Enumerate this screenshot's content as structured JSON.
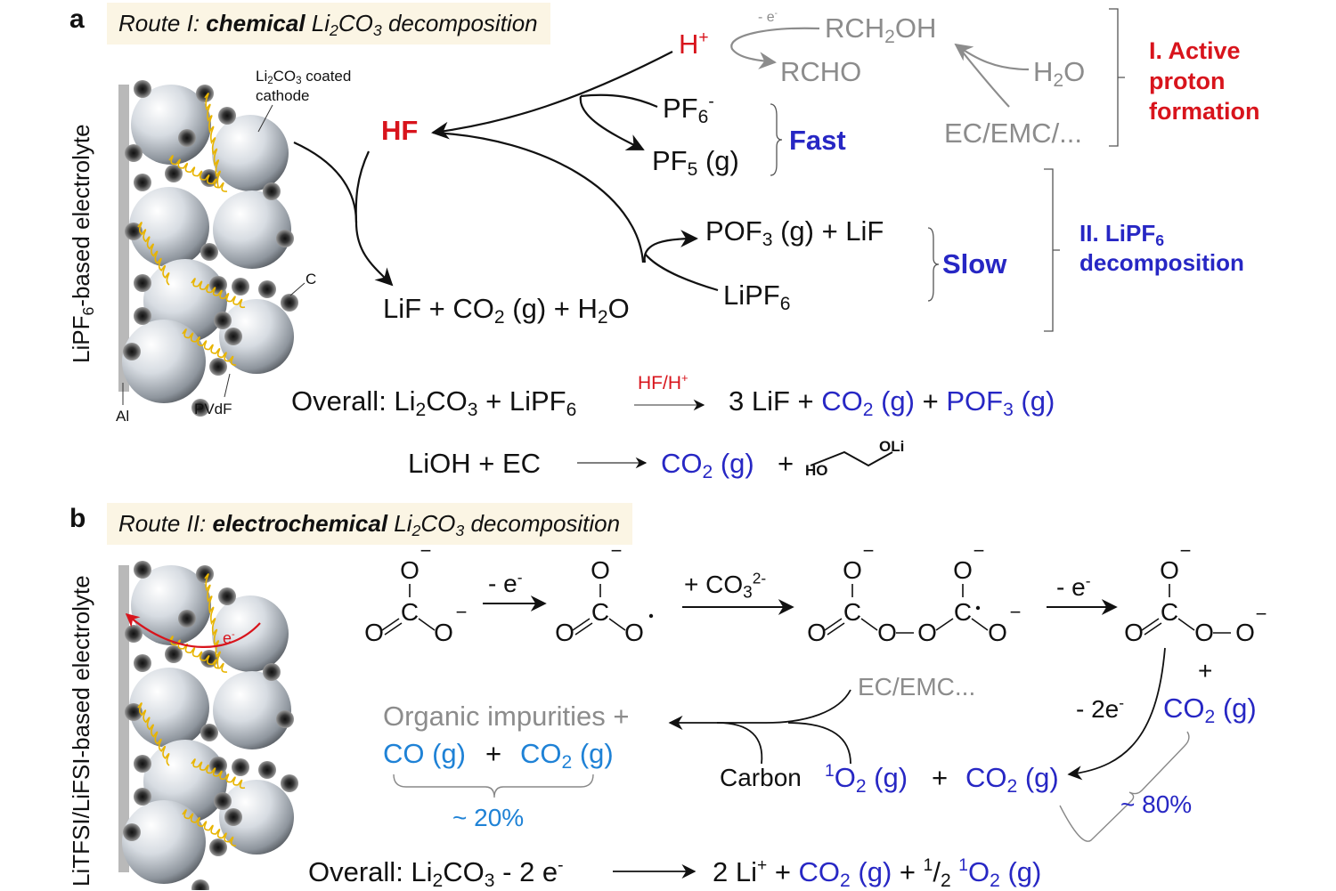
{
  "panel_a": {
    "label": "a",
    "title_pre": "Route I: ",
    "title_bold": "chemical",
    "title_post": " Li_{2}CO_{3} decomposition",
    "side_label": "LiPF_{6}-based electrolyte",
    "illustration": {
      "cathode_label_1": "Li_{2}CO_{3} coated",
      "cathode_label_2": "cathode",
      "carbon_label": "C",
      "al_label": "Al",
      "pvdf_label": "PVdF"
    },
    "hf": "HF",
    "h_plus": "H^{+}",
    "minus_e": "- e^{-}",
    "rch2oh": "RCH_{2}OH",
    "rcho": "RCHO",
    "h2o_gray": "H_{2}O",
    "ec_emc": "EC/EMC/...",
    "pf6": "PF_{6}^{-}",
    "pf5": "PF_{5} (g)",
    "fast": "Fast",
    "pof3_lif": "POF_{3} (g) + LiF",
    "lipf6": "LiPF_{6}",
    "slow": "Slow",
    "lif_products": "LiF + CO_{2} (g) + H_{2}O",
    "group_1": [
      "I. Active",
      "proton",
      "formation"
    ],
    "group_2": [
      "II. LiPF_{6}",
      "decomposition"
    ],
    "overall_left": "Overall: Li_{2}CO_{3} + LiPF_{6}",
    "overall_catalyst": "HF/H^{+}",
    "overall_right_1": "3 LiF + ",
    "overall_right_co2": "CO_{2} (g)",
    "overall_right_plus": " + ",
    "overall_right_pof3": "POF_{3} (g)",
    "lioh_left": "LiOH + EC",
    "lioh_co2": "CO_{2} (g)",
    "lioh_plus": "+",
    "ho": "HO",
    "oli": "OLi"
  },
  "panel_b": {
    "label": "b",
    "title_pre": "Route II: ",
    "title_bold": "electrochemical",
    "title_post": " Li_{2}CO_{3} decomposition",
    "side_label": "LiTFSI/LiFSI-based electrolyte",
    "electron": "e^{-}",
    "step1": "- e^{-}",
    "step2": "+ CO_{3}^{2-}",
    "step3": "- e^{-}",
    "ec_emc": "EC/EMC...",
    "organic": "Organic impurities +",
    "co": "CO (g)",
    "co_plus": "+",
    "co2_a": "CO_{2} (g)",
    "pct_20": "~ 20%",
    "carbon": "Carbon",
    "singlet_o2": "^{1}O_{2} (g)",
    "plus_mid": "+",
    "co2_b": "CO_{2} (g)",
    "minus_2e": "- 2e^{-}",
    "plus_right": "+",
    "co2_c": "CO_{2} (g)",
    "pct_80": "~ 80%",
    "overall_left": "Overall: Li_{2}CO_{3} - 2 e^{-}",
    "overall_r1": "2 Li^{+} + ",
    "overall_co2": "CO_{2} (g)",
    "overall_r2": " + ^{1}/_{2} ",
    "overall_o2": "^{1}O_{2} (g)"
  },
  "atoms": {
    "O": "O",
    "C": "C",
    "minus": "−"
  },
  "colors": {
    "red": "#d8141c",
    "blue": "#2727c4",
    "light_blue": "#1f82d6",
    "gray": "#8c8c8c",
    "title_bg": "#fbf5e4",
    "pvdf": "#e8b400"
  }
}
